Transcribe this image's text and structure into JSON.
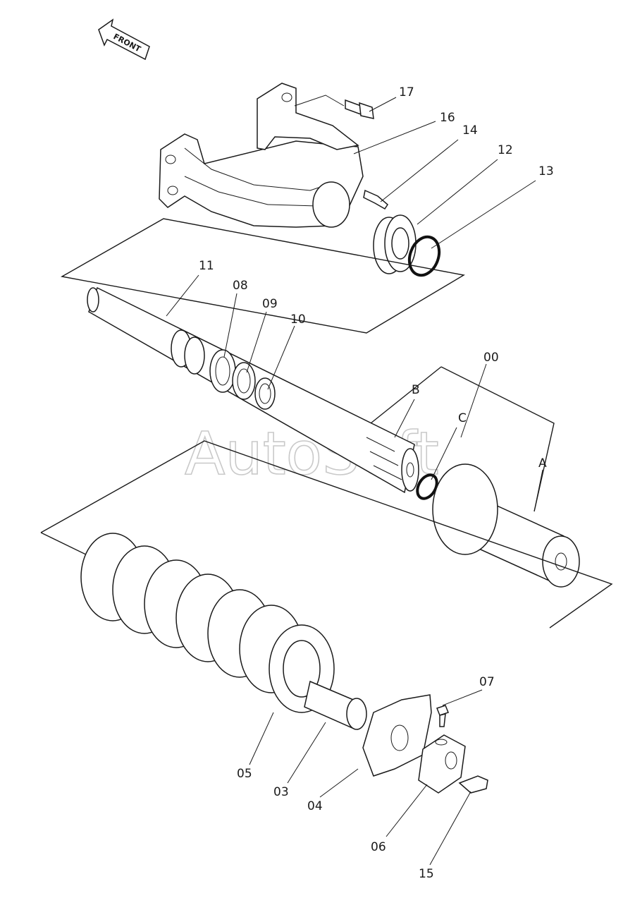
{
  "front_label": "FRONT",
  "watermark": "AutoSoft",
  "callouts": {
    "p17": "17",
    "p16": "16",
    "p14": "14",
    "p12": "12",
    "p13": "13",
    "p11": "11",
    "p08": "08",
    "p09": "09",
    "p10": "10",
    "p00": "00",
    "pC": "C",
    "pB": "B",
    "pA": "A",
    "p07": "07",
    "p05": "05",
    "p03": "03",
    "p04": "04",
    "p06": "06",
    "p15": "15"
  }
}
